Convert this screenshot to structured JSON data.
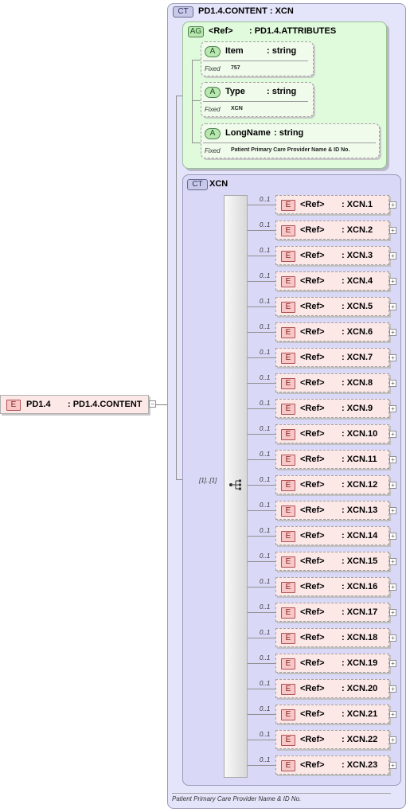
{
  "root": {
    "badge": "E",
    "name": "PD1.4",
    "type": ": PD1.4.CONTENT"
  },
  "complex_type": {
    "badge": "CT",
    "title": "PD1.4.CONTENT : XCN"
  },
  "attribute_group": {
    "badge": "AG",
    "ref": "<Ref>",
    "name": ": PD1.4.ATTRIBUTES",
    "attributes": [
      {
        "badge": "A",
        "name": "Item",
        "type": ": string",
        "fixed_label": "Fixed",
        "fixed_value": "757"
      },
      {
        "badge": "A",
        "name": "Type",
        "type": ": string",
        "fixed_label": "Fixed",
        "fixed_value": "XCN"
      },
      {
        "badge": "A",
        "name": "LongName",
        "type": ": string",
        "fixed_label": "Fixed",
        "fixed_value": "Patient Primary Care Provider Name & ID No."
      }
    ]
  },
  "inner_type": {
    "badge": "CT",
    "name": "XCN",
    "occurrence": "[1]..[1]"
  },
  "elements": [
    {
      "badge": "E",
      "occurs": "0..1",
      "ref": "<Ref>",
      "name": ": XCN.1"
    },
    {
      "badge": "E",
      "occurs": "0..1",
      "ref": "<Ref>",
      "name": ": XCN.2"
    },
    {
      "badge": "E",
      "occurs": "0..1",
      "ref": "<Ref>",
      "name": ": XCN.3"
    },
    {
      "badge": "E",
      "occurs": "0..1",
      "ref": "<Ref>",
      "name": ": XCN.4"
    },
    {
      "badge": "E",
      "occurs": "0..1",
      "ref": "<Ref>",
      "name": ": XCN.5"
    },
    {
      "badge": "E",
      "occurs": "0..1",
      "ref": "<Ref>",
      "name": ": XCN.6"
    },
    {
      "badge": "E",
      "occurs": "0..1",
      "ref": "<Ref>",
      "name": ": XCN.7"
    },
    {
      "badge": "E",
      "occurs": "0..1",
      "ref": "<Ref>",
      "name": ": XCN.8"
    },
    {
      "badge": "E",
      "occurs": "0..1",
      "ref": "<Ref>",
      "name": ": XCN.9"
    },
    {
      "badge": "E",
      "occurs": "0..1",
      "ref": "<Ref>",
      "name": ": XCN.10"
    },
    {
      "badge": "E",
      "occurs": "0..1",
      "ref": "<Ref>",
      "name": ": XCN.11"
    },
    {
      "badge": "E",
      "occurs": "0..1",
      "ref": "<Ref>",
      "name": ": XCN.12"
    },
    {
      "badge": "E",
      "occurs": "0..1",
      "ref": "<Ref>",
      "name": ": XCN.13"
    },
    {
      "badge": "E",
      "occurs": "0..1",
      "ref": "<Ref>",
      "name": ": XCN.14"
    },
    {
      "badge": "E",
      "occurs": "0..1",
      "ref": "<Ref>",
      "name": ": XCN.15"
    },
    {
      "badge": "E",
      "occurs": "0..1",
      "ref": "<Ref>",
      "name": ": XCN.16"
    },
    {
      "badge": "E",
      "occurs": "0..1",
      "ref": "<Ref>",
      "name": ": XCN.17"
    },
    {
      "badge": "E",
      "occurs": "0..1",
      "ref": "<Ref>",
      "name": ": XCN.18"
    },
    {
      "badge": "E",
      "occurs": "0..1",
      "ref": "<Ref>",
      "name": ": XCN.19"
    },
    {
      "badge": "E",
      "occurs": "0..1",
      "ref": "<Ref>",
      "name": ": XCN.20"
    },
    {
      "badge": "E",
      "occurs": "0..1",
      "ref": "<Ref>",
      "name": ": XCN.21"
    },
    {
      "badge": "E",
      "occurs": "0..1",
      "ref": "<Ref>",
      "name": ": XCN.22"
    },
    {
      "badge": "E",
      "occurs": "0..1",
      "ref": "<Ref>",
      "name": ": XCN.23"
    }
  ],
  "expand_symbol": "+",
  "collapse_symbol": "−",
  "footer_annotation": "Patient Primary Care Provider Name & ID No."
}
